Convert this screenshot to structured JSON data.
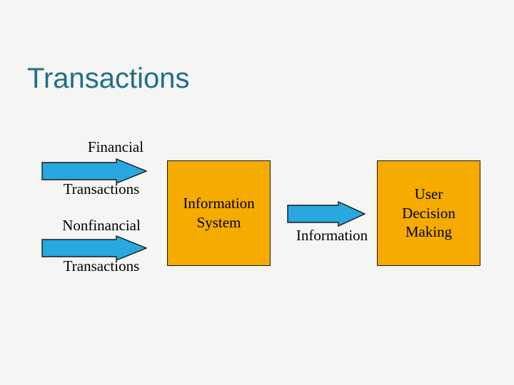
{
  "slide": {
    "title": "Transactions",
    "background_color": "#f5f5f3",
    "title_color": "#1f6f86"
  },
  "diagram": {
    "type": "flow",
    "accent_box_color": "#f5ab00",
    "arrow_color": "#29a8e0",
    "labels": {
      "financial": "Financial",
      "transactions_1": "Transactions",
      "nonfinancial": "Nonfinancial",
      "transactions_2": "Transactions",
      "information_middle": "Information"
    },
    "boxes": [
      {
        "id": "information-system",
        "line1": "Information",
        "line2": "System"
      },
      {
        "id": "user-decision-making",
        "line1": "User",
        "line2": "Decision",
        "line3": "Making"
      }
    ],
    "arrows": [
      {
        "id": "arrow-financial",
        "direction": "right"
      },
      {
        "id": "arrow-nonfinancial",
        "direction": "right"
      },
      {
        "id": "arrow-information",
        "direction": "right"
      }
    ]
  }
}
